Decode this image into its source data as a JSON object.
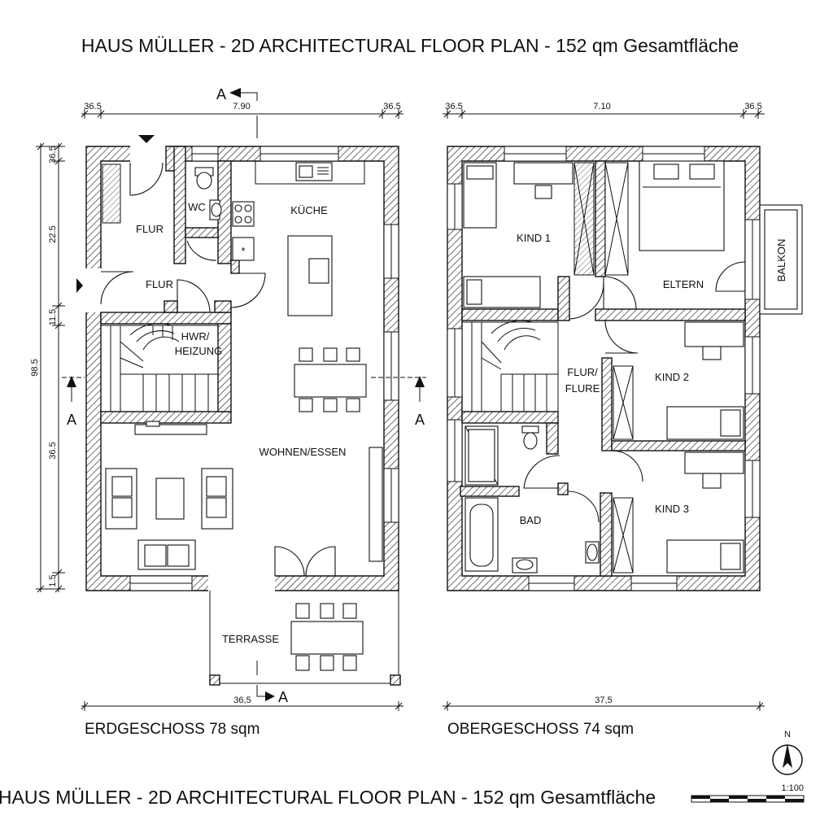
{
  "title_top": "HAUS MÜLLER - 2D ARCHITECTURAL FLOOR PLAN - 152 qm Gesamtfläche",
  "title_bottom": "HAUS MÜLLER - 2D ARCHITECTURAL FLOOR PLAN - 152 qm Gesamtfläche",
  "ground_floor": {
    "caption": "ERDGESCHOSS 78 sqm",
    "rooms": {
      "flur_upper": "FLUR",
      "flur_lower": "FLUR",
      "wc": "WC",
      "kueche": "KÜCHE",
      "hwr_line1": "HWR/",
      "hwr_line2": "HEIZUNG",
      "wohnen": "WOHNEN/ESSEN",
      "terrasse": "TERRASSE"
    },
    "dims_top": {
      "left": "36.5",
      "mid": "7.90",
      "right": "36.5"
    },
    "dims_left": {
      "a": "36.5",
      "b": "22.5",
      "c": "11.5",
      "d": "36.5",
      "e": "1.5",
      "total": "98.5"
    },
    "dim_bottom": "36,5"
  },
  "upper_floor": {
    "caption": "OBERGESCHOSS 74 sqm",
    "rooms": {
      "kind1": "KIND 1",
      "eltern": "ELTERN",
      "balkon": "BALKON",
      "flur_line1": "FLUR/",
      "flur_line2": "FLURE",
      "kind2": "KIND 2",
      "bad": "BAD",
      "kind3": "KIND 3"
    },
    "dims_top": {
      "left": "36.5",
      "mid": "7.10",
      "right": "36.5"
    },
    "dim_bottom": "37,5"
  },
  "section_marker": "A",
  "north": "N",
  "scale": "1:100"
}
